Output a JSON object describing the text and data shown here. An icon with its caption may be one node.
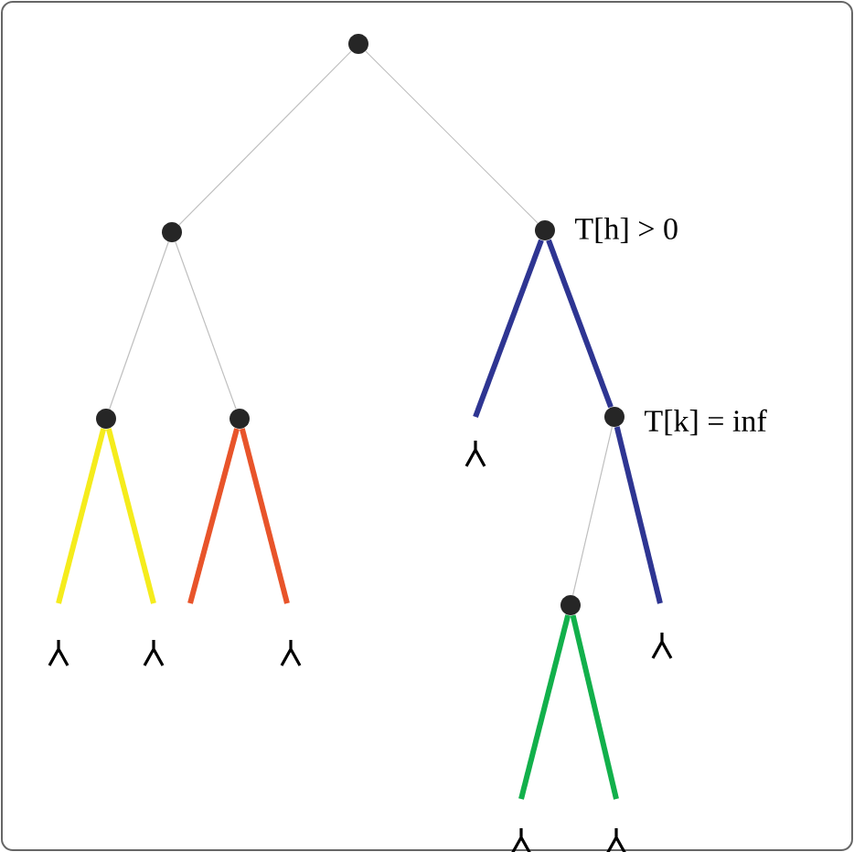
{
  "diagram": {
    "nodes": [
      {
        "text": [],
        "shape": "circle"
      },
      {
        "text": [],
        "shape": "circle"
      },
      {
        "text": [],
        "shape": "circle",
        "beside": [
          "T[h] > 0"
        ]
      },
      {
        "text": [],
        "shape": "circle"
      },
      {
        "text": [],
        "shape": "circle"
      },
      {
        "text": [],
        "shape": "circle",
        "beside": [
          "T[k] = inf"
        ]
      },
      {
        "text": [],
        "shape": "circle"
      }
    ],
    "edges": [
      {
        "from": 0,
        "to": 1,
        "arrow": "none"
      },
      {
        "from": 0,
        "to": 2,
        "arrow": "none"
      },
      {
        "from": 1,
        "to": 3,
        "arrow": "none"
      },
      {
        "from": 1,
        "to": 4,
        "arrow": "none"
      },
      {
        "from": 3,
        "to": null,
        "arrow": "none",
        "color": "#f5ec1c"
      },
      {
        "from": 3,
        "to": null,
        "arrow": "none",
        "color": "#f5ec1c"
      },
      {
        "from": 4,
        "to": null,
        "arrow": "none",
        "color": "#e8542a"
      },
      {
        "from": 4,
        "to": null,
        "arrow": "none",
        "color": "#e8542a"
      },
      {
        "from": 2,
        "to": null,
        "arrow": "none",
        "color": "#2e3592"
      },
      {
        "from": 2,
        "to": 5,
        "arrow": "none",
        "color": "#2e3592"
      },
      {
        "from": 5,
        "to": 6,
        "arrow": "none"
      },
      {
        "from": 5,
        "to": null,
        "arrow": "none",
        "color": "#2e3592"
      },
      {
        "from": 6,
        "to": null,
        "arrow": "none",
        "color": "#12b04b"
      },
      {
        "from": 6,
        "to": null,
        "arrow": "none",
        "color": "#12b04b"
      }
    ]
  }
}
